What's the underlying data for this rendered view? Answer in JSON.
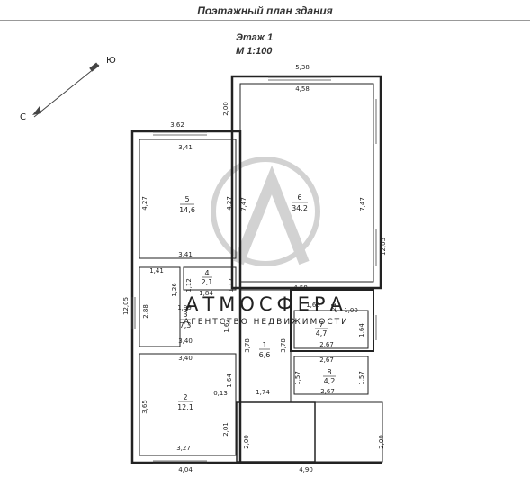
{
  "header": {
    "title": "Поэтажный план здания",
    "floor": "Этаж 1",
    "scale": "М 1:100"
  },
  "compass": {
    "south": "Ю",
    "north": "С"
  },
  "watermark": {
    "name": "АТМОСФЕРА",
    "tagline": "АГЕНТСТВО НЕДВИЖИМОСТИ"
  },
  "rooms": [
    {
      "number": "5",
      "area": "14,6"
    },
    {
      "number": "6",
      "area": "34,2"
    },
    {
      "number": "4",
      "area": "2,1"
    },
    {
      "number": "3",
      "area": "7,3"
    },
    {
      "number": "7",
      "area": "4,7"
    },
    {
      "number": "1",
      "area": "6,6"
    },
    {
      "number": "8",
      "area": "4,2"
    },
    {
      "number": "2",
      "area": "12,1"
    }
  ],
  "dimensions": [
    "5,38",
    "4,58",
    "2,00",
    "3,62",
    "3,41",
    "4,27",
    "4,27",
    "7,47",
    "7,47",
    "3,41",
    "12,05",
    "1,41",
    "1,26",
    "1,12",
    "1,12",
    "1,84",
    "4,58",
    "12,05",
    "2,88",
    "1,99",
    "1,62",
    "1,65",
    ",21",
    "1,00",
    "1,64",
    "3,40",
    "2,67",
    "3,78",
    "3,78",
    "2,67",
    "3,40",
    "1,64",
    "1,57",
    "1,57",
    "3,65",
    "0,13",
    "1,74",
    "2,67",
    "2,01",
    "2,00",
    "2,00",
    "3,27",
    "4,04",
    "4,90"
  ]
}
